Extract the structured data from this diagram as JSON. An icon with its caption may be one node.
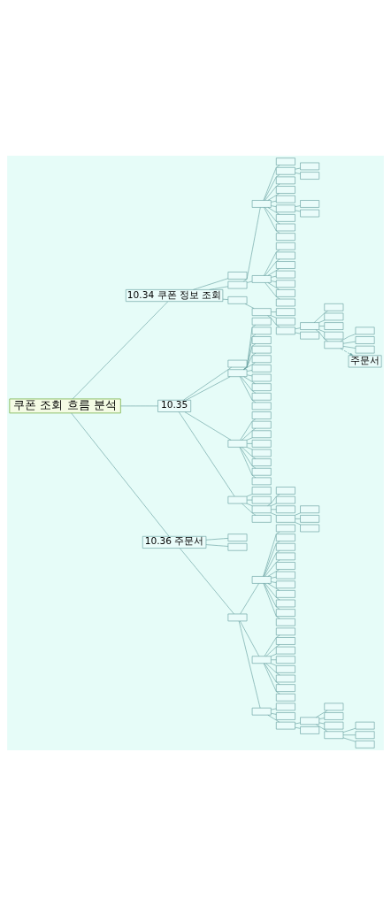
{
  "diagram": {
    "nodes": [
      {
        "text": [
          "쿠폰 조회 흐름 분석"
        ]
      },
      {
        "text": [
          "10.34 쿠폰 정보 조회"
        ]
      },
      {
        "text": [],
        "shape": "box"
      },
      {
        "text": [],
        "shape": "box"
      },
      {
        "text": [],
        "shape": "box"
      },
      {
        "text": [],
        "shape": "box"
      },
      {
        "text": [],
        "shape": "box"
      },
      {
        "text": [],
        "shape": "box"
      },
      {
        "text": [],
        "shape": "box"
      },
      {
        "text": [],
        "shape": "box"
      },
      {
        "text": [],
        "shape": "box"
      },
      {
        "text": [],
        "shape": "box"
      },
      {
        "text": [],
        "shape": "box"
      },
      {
        "text": [],
        "shape": "box"
      },
      {
        "text": [],
        "shape": "box"
      },
      {
        "text": [],
        "shape": "box"
      },
      {
        "text": [],
        "shape": "box"
      },
      {
        "text": [],
        "shape": "box"
      },
      {
        "text": [],
        "shape": "box"
      },
      {
        "text": [],
        "shape": "box"
      },
      {
        "text": [],
        "shape": "box"
      },
      {
        "text": [],
        "shape": "box"
      },
      {
        "text": [],
        "shape": "box"
      },
      {
        "text": [],
        "shape": "box"
      },
      {
        "text": [],
        "shape": "box"
      },
      {
        "text": [],
        "shape": "box"
      },
      {
        "text": [],
        "shape": "box"
      },
      {
        "text": [],
        "shape": "box"
      },
      {
        "text": [],
        "shape": "box"
      },
      {
        "text": [],
        "shape": "box"
      },
      {
        "text": [],
        "shape": "box"
      },
      {
        "text": [],
        "shape": "box"
      },
      {
        "text": [],
        "shape": "box"
      },
      {
        "text": [],
        "shape": "box"
      },
      {
        "text": [],
        "shape": "box"
      },
      {
        "text": [],
        "shape": "box"
      },
      {
        "text": [],
        "shape": "box"
      },
      {
        "text": [],
        "shape": "box"
      },
      {
        "text": [],
        "shape": "box"
      },
      {
        "text": [],
        "shape": "box"
      },
      {
        "text": [],
        "shape": "box"
      },
      {
        "text": [
          "주문서"
        ]
      },
      {
        "text": [
          "10.35"
        ]
      },
      {
        "text": [],
        "shape": "box"
      },
      {
        "text": [],
        "shape": "box"
      },
      {
        "text": [],
        "shape": "box"
      },
      {
        "text": [],
        "shape": "box"
      },
      {
        "text": [],
        "shape": "box"
      },
      {
        "text": [],
        "shape": "box"
      },
      {
        "text": [],
        "shape": "box"
      },
      {
        "text": [],
        "shape": "box"
      },
      {
        "text": [],
        "shape": "box"
      },
      {
        "text": [],
        "shape": "box"
      },
      {
        "text": [],
        "shape": "box"
      },
      {
        "text": [],
        "shape": "box"
      },
      {
        "text": [],
        "shape": "box"
      },
      {
        "text": [],
        "shape": "box"
      },
      {
        "text": [],
        "shape": "box"
      },
      {
        "text": [],
        "shape": "box"
      },
      {
        "text": [],
        "shape": "box"
      },
      {
        "text": [],
        "shape": "box"
      },
      {
        "text": [],
        "shape": "box"
      },
      {
        "text": [],
        "shape": "box"
      },
      {
        "text": [],
        "shape": "box"
      },
      {
        "text": [],
        "shape": "box"
      },
      {
        "text": [],
        "shape": "box"
      },
      {
        "text": [],
        "shape": "box"
      },
      {
        "text": [],
        "shape": "box"
      },
      {
        "text": [],
        "shape": "box"
      },
      {
        "text": [],
        "shape": "box"
      },
      {
        "text": [],
        "shape": "box"
      },
      {
        "text": [],
        "shape": "box"
      },
      {
        "text": [],
        "shape": "box"
      },
      {
        "text": [],
        "shape": "box"
      },
      {
        "text": [],
        "shape": "box"
      },
      {
        "text": [],
        "shape": "box"
      },
      {
        "text": [
          "10.36 주문서"
        ]
      },
      {
        "text": [],
        "shape": "box"
      },
      {
        "text": [],
        "shape": "box"
      },
      {
        "text": [],
        "shape": "box"
      },
      {
        "text": [],
        "shape": "box"
      },
      {
        "text": [],
        "shape": "box"
      },
      {
        "text": [],
        "shape": "box"
      },
      {
        "text": [],
        "shape": "box"
      },
      {
        "text": [],
        "shape": "box"
      },
      {
        "text": [],
        "shape": "box"
      },
      {
        "text": [],
        "shape": "box"
      },
      {
        "text": [],
        "shape": "box"
      },
      {
        "text": [],
        "shape": "box"
      },
      {
        "text": [],
        "shape": "box"
      },
      {
        "text": [],
        "shape": "box"
      },
      {
        "text": [],
        "shape": "box"
      },
      {
        "text": [],
        "shape": "box"
      },
      {
        "text": [],
        "shape": "box"
      },
      {
        "text": [],
        "shape": "box"
      },
      {
        "text": [],
        "shape": "box"
      },
      {
        "text": [],
        "shape": "box"
      },
      {
        "text": [],
        "shape": "box"
      },
      {
        "text": [],
        "shape": "box"
      },
      {
        "text": [],
        "shape": "box"
      },
      {
        "text": [],
        "shape": "box"
      },
      {
        "text": [],
        "shape": "box"
      },
      {
        "text": [],
        "shape": "box"
      },
      {
        "text": [],
        "shape": "box"
      },
      {
        "text": [],
        "shape": "box"
      },
      {
        "text": [],
        "shape": "box"
      },
      {
        "text": [],
        "shape": "box"
      },
      {
        "text": [],
        "shape": "box"
      },
      {
        "text": [],
        "shape": "box"
      },
      {
        "text": [],
        "shape": "box"
      },
      {
        "text": [],
        "shape": "box"
      },
      {
        "text": [],
        "shape": "box"
      },
      {
        "text": [],
        "shape": "box"
      },
      {
        "text": [],
        "shape": "box"
      }
    ],
    "edges": [
      {
        "from": 0,
        "to": 1,
        "arrow": "none"
      },
      {
        "from": 1,
        "to": 2,
        "arrow": "none"
      },
      {
        "from": 1,
        "to": 3,
        "arrow": "none"
      },
      {
        "from": 3,
        "to": 4,
        "arrow": "none"
      },
      {
        "from": 4,
        "to": 5,
        "arrow": "none"
      },
      {
        "from": 4,
        "to": 6,
        "arrow": "none"
      },
      {
        "from": 6,
        "to": 7,
        "arrow": "none"
      },
      {
        "from": 6,
        "to": 8,
        "arrow": "none"
      },
      {
        "from": 4,
        "to": 9,
        "arrow": "none"
      },
      {
        "from": 4,
        "to": 10,
        "arrow": "none"
      },
      {
        "from": 4,
        "to": 11,
        "arrow": "none"
      },
      {
        "from": 4,
        "to": 12,
        "arrow": "none"
      },
      {
        "from": 12,
        "to": 13,
        "arrow": "none"
      },
      {
        "from": 12,
        "to": 14,
        "arrow": "none"
      },
      {
        "from": 4,
        "to": 15,
        "arrow": "none"
      },
      {
        "from": 4,
        "to": 16,
        "arrow": "none"
      },
      {
        "from": 4,
        "to": 17,
        "arrow": "none"
      },
      {
        "from": 3,
        "to": 18,
        "arrow": "none"
      },
      {
        "from": 18,
        "to": 19,
        "arrow": "none"
      },
      {
        "from": 18,
        "to": 20,
        "arrow": "none"
      },
      {
        "from": 18,
        "to": 21,
        "arrow": "none"
      },
      {
        "from": 18,
        "to": 22,
        "arrow": "none"
      },
      {
        "from": 18,
        "to": 23,
        "arrow": "none"
      },
      {
        "from": 18,
        "to": 24,
        "arrow": "none"
      },
      {
        "from": 18,
        "to": 25,
        "arrow": "none"
      },
      {
        "from": 1,
        "to": 26,
        "arrow": "none"
      },
      {
        "from": 26,
        "to": 27,
        "arrow": "none"
      },
      {
        "from": 27,
        "to": 28,
        "arrow": "none"
      },
      {
        "from": 27,
        "to": 29,
        "arrow": "none"
      },
      {
        "from": 27,
        "to": 30,
        "arrow": "none"
      },
      {
        "from": 30,
        "to": 31,
        "arrow": "none"
      },
      {
        "from": 31,
        "to": 32,
        "arrow": "none"
      },
      {
        "from": 31,
        "to": 33,
        "arrow": "none"
      },
      {
        "from": 31,
        "to": 34,
        "arrow": "none"
      },
      {
        "from": 31,
        "to": 35,
        "arrow": "none"
      },
      {
        "from": 31,
        "to": 36,
        "arrow": "none"
      },
      {
        "from": 36,
        "to": 37,
        "arrow": "none"
      },
      {
        "from": 36,
        "to": 38,
        "arrow": "none"
      },
      {
        "from": 36,
        "to": 39,
        "arrow": "none"
      },
      {
        "from": 30,
        "to": 40,
        "arrow": "none"
      },
      {
        "from": 36,
        "to": 41,
        "arrow": "to",
        "style": "dashed"
      },
      {
        "from": 0,
        "to": 42,
        "arrow": "none"
      },
      {
        "from": 42,
        "to": 43,
        "arrow": "none"
      },
      {
        "from": 42,
        "to": 44,
        "arrow": "none"
      },
      {
        "from": 44,
        "to": 45,
        "arrow": "none"
      },
      {
        "from": 44,
        "to": 46,
        "arrow": "none"
      },
      {
        "from": 44,
        "to": 47,
        "arrow": "none"
      },
      {
        "from": 44,
        "to": 48,
        "arrow": "none"
      },
      {
        "from": 44,
        "to": 49,
        "arrow": "none"
      },
      {
        "from": 44,
        "to": 50,
        "arrow": "none"
      },
      {
        "from": 44,
        "to": 51,
        "arrow": "none"
      },
      {
        "from": 44,
        "to": 52,
        "arrow": "none"
      },
      {
        "from": 44,
        "to": 53,
        "arrow": "none"
      },
      {
        "from": 44,
        "to": 54,
        "arrow": "none"
      },
      {
        "from": 42,
        "to": 55,
        "arrow": "none"
      },
      {
        "from": 55,
        "to": 56,
        "arrow": "none"
      },
      {
        "from": 55,
        "to": 57,
        "arrow": "none"
      },
      {
        "from": 55,
        "to": 58,
        "arrow": "none"
      },
      {
        "from": 55,
        "to": 59,
        "arrow": "none"
      },
      {
        "from": 55,
        "to": 60,
        "arrow": "none"
      },
      {
        "from": 55,
        "to": 61,
        "arrow": "none"
      },
      {
        "from": 55,
        "to": 62,
        "arrow": "none"
      },
      {
        "from": 55,
        "to": 63,
        "arrow": "none"
      },
      {
        "from": 42,
        "to": 64,
        "arrow": "none"
      },
      {
        "from": 64,
        "to": 65,
        "arrow": "none"
      },
      {
        "from": 64,
        "to": 66,
        "arrow": "none"
      },
      {
        "from": 64,
        "to": 67,
        "arrow": "none"
      },
      {
        "from": 67,
        "to": 68,
        "arrow": "none"
      },
      {
        "from": 67,
        "to": 69,
        "arrow": "none"
      },
      {
        "from": 67,
        "to": 70,
        "arrow": "none"
      },
      {
        "from": 67,
        "to": 71,
        "arrow": "none"
      },
      {
        "from": 71,
        "to": 72,
        "arrow": "none"
      },
      {
        "from": 71,
        "to": 73,
        "arrow": "none"
      },
      {
        "from": 71,
        "to": 74,
        "arrow": "none"
      },
      {
        "from": 64,
        "to": 75,
        "arrow": "none"
      },
      {
        "from": 0,
        "to": 76,
        "arrow": "none"
      },
      {
        "from": 76,
        "to": 77,
        "arrow": "none"
      },
      {
        "from": 76,
        "to": 78,
        "arrow": "none"
      },
      {
        "from": 76,
        "to": 79,
        "arrow": "none"
      },
      {
        "from": 79,
        "to": 80,
        "arrow": "none"
      },
      {
        "from": 80,
        "to": 81,
        "arrow": "none"
      },
      {
        "from": 80,
        "to": 82,
        "arrow": "none"
      },
      {
        "from": 80,
        "to": 83,
        "arrow": "none"
      },
      {
        "from": 80,
        "to": 84,
        "arrow": "none"
      },
      {
        "from": 80,
        "to": 85,
        "arrow": "none"
      },
      {
        "from": 80,
        "to": 86,
        "arrow": "none"
      },
      {
        "from": 80,
        "to": 87,
        "arrow": "none"
      },
      {
        "from": 80,
        "to": 88,
        "arrow": "none"
      },
      {
        "from": 80,
        "to": 89,
        "arrow": "none"
      },
      {
        "from": 80,
        "to": 90,
        "arrow": "none"
      },
      {
        "from": 80,
        "to": 91,
        "arrow": "none"
      },
      {
        "from": 79,
        "to": 92,
        "arrow": "none"
      },
      {
        "from": 92,
        "to": 93,
        "arrow": "none"
      },
      {
        "from": 92,
        "to": 94,
        "arrow": "none"
      },
      {
        "from": 92,
        "to": 95,
        "arrow": "none"
      },
      {
        "from": 92,
        "to": 96,
        "arrow": "none"
      },
      {
        "from": 92,
        "to": 97,
        "arrow": "none"
      },
      {
        "from": 92,
        "to": 98,
        "arrow": "none"
      },
      {
        "from": 92,
        "to": 99,
        "arrow": "none"
      },
      {
        "from": 92,
        "to": 100,
        "arrow": "none"
      },
      {
        "from": 79,
        "to": 101,
        "arrow": "none"
      },
      {
        "from": 101,
        "to": 102,
        "arrow": "none"
      },
      {
        "from": 101,
        "to": 103,
        "arrow": "none"
      },
      {
        "from": 101,
        "to": 104,
        "arrow": "none"
      },
      {
        "from": 104,
        "to": 105,
        "arrow": "none"
      },
      {
        "from": 105,
        "to": 106,
        "arrow": "none"
      },
      {
        "from": 105,
        "to": 107,
        "arrow": "none"
      },
      {
        "from": 105,
        "to": 108,
        "arrow": "none"
      },
      {
        "from": 105,
        "to": 109,
        "arrow": "none"
      },
      {
        "from": 109,
        "to": 110,
        "arrow": "none"
      },
      {
        "from": 109,
        "to": 111,
        "arrow": "none"
      },
      {
        "from": 109,
        "to": 112,
        "arrow": "none"
      },
      {
        "from": 104,
        "to": 113,
        "arrow": "none"
      }
    ]
  }
}
